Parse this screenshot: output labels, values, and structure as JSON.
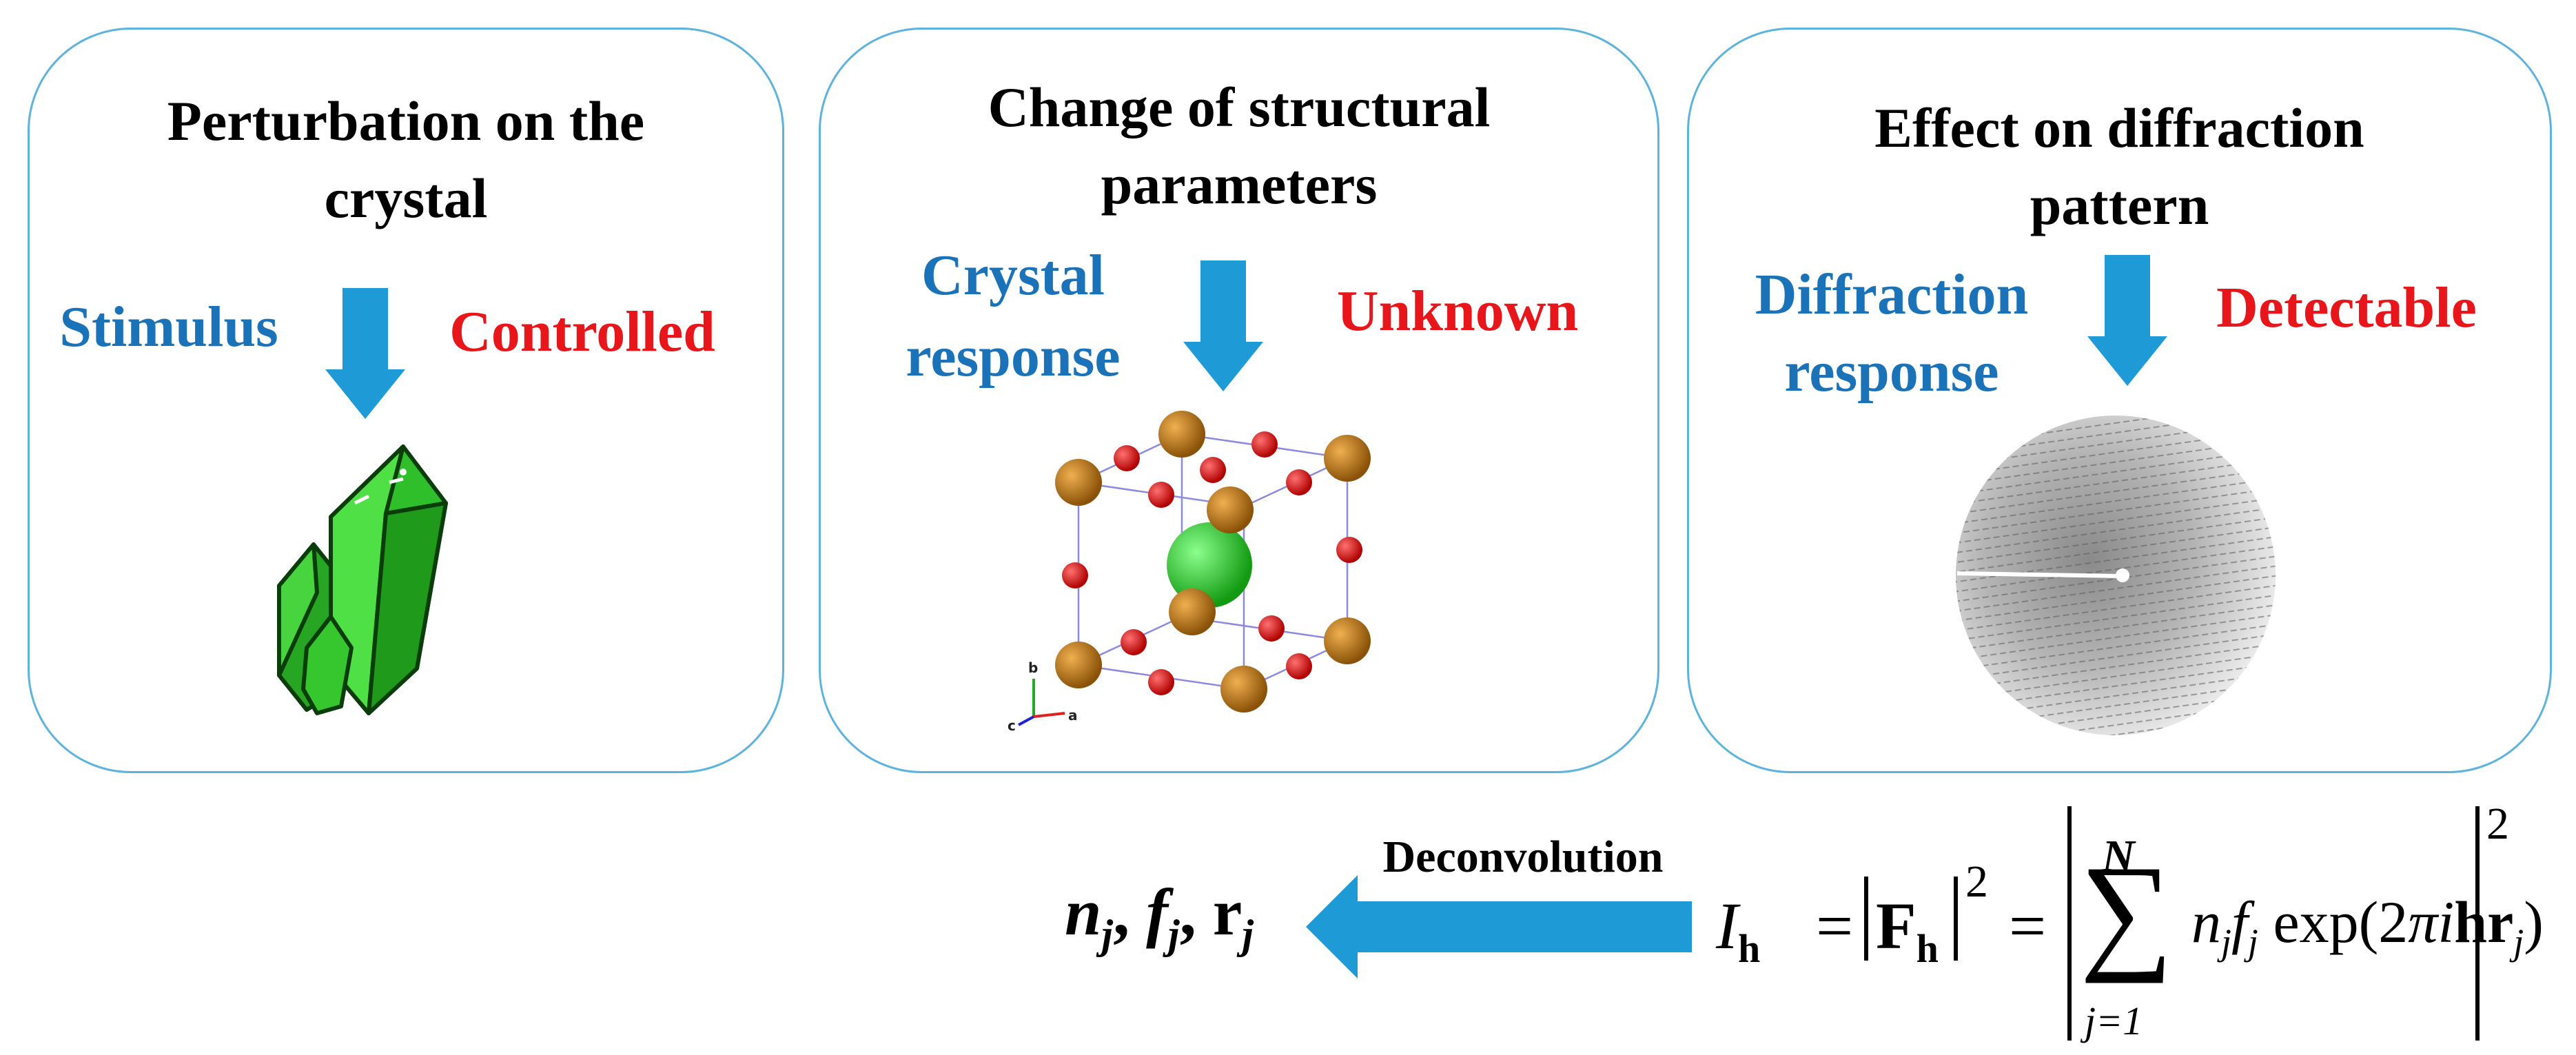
{
  "panels": [
    {
      "title_line1": "Perturbation on the",
      "title_line2": "crystal",
      "left_label": "Stimulus",
      "right_label": "Controlled",
      "image": "green-crystal-icon"
    },
    {
      "title_line1": "Change of structural",
      "title_line2": "parameters",
      "left_label_line1": "Crystal",
      "left_label_line2": "response",
      "right_label": "Unknown",
      "image": "perovskite-unit-cell",
      "axes": {
        "b": "b",
        "a": "a",
        "c": "c"
      }
    },
    {
      "title_line1": "Effect on diffraction",
      "title_line2": "pattern",
      "left_label_line1": "Diffraction",
      "left_label_line2": "response",
      "right_label": "Detectable",
      "image": "diffraction-pattern"
    }
  ],
  "bottom": {
    "arrow_label": "Deconvolution",
    "result": {
      "n": "n",
      "f": "f",
      "r": "r",
      "sub": "j",
      "sep": ","
    },
    "equation": {
      "I": "I",
      "h": "h",
      "F": "F",
      "exp2": "2",
      "eq": "=",
      "N": "N",
      "sum": "∑",
      "lower": "j=1",
      "n": "n",
      "f": "f",
      "sub": "j",
      "exp_fn": "exp(2",
      "pi": "π",
      "i": "i",
      "hr": "hr",
      "close": ")"
    }
  },
  "colors": {
    "panel_border": "#5cb3de",
    "arrow": "#1e9bd7",
    "blue_text": "#1a73b8",
    "red_text": "#e8161b",
    "crystal_green": "#2fbf2a",
    "atom_orange": "#b8731a",
    "atom_red": "#e01010",
    "atom_green": "#22c022"
  }
}
